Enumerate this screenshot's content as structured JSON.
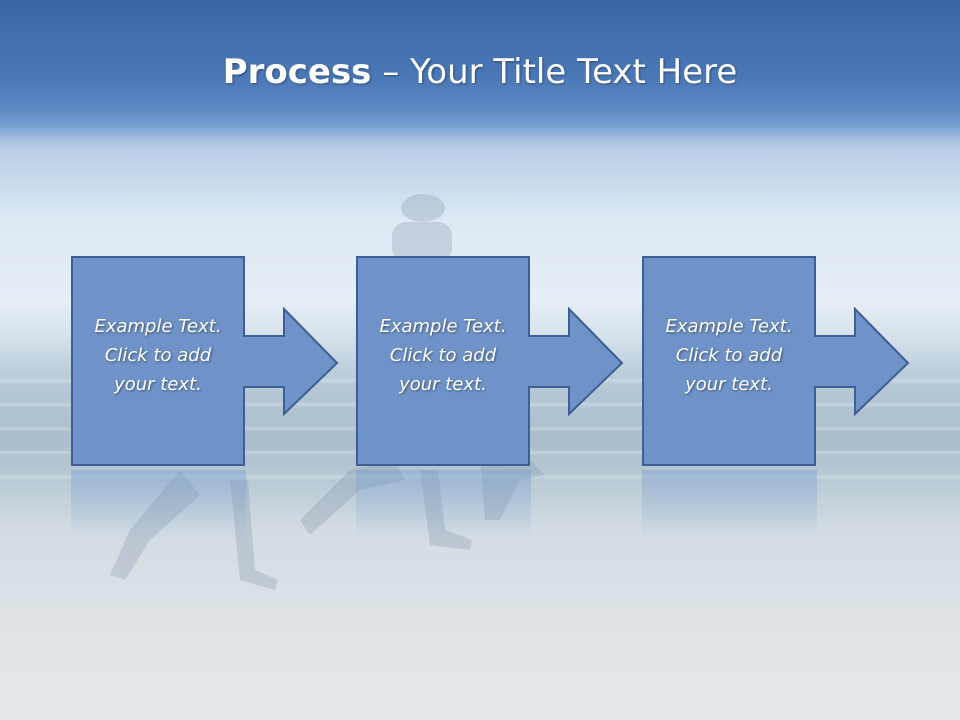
{
  "slide": {
    "title_bold": "Process",
    "title_rest": " – Your Title Text Here"
  },
  "steps": [
    {
      "line1": "Example Text.",
      "line2": "Click  to add",
      "line3": "your text."
    },
    {
      "line1": "Example Text.",
      "line2": "Click  to add",
      "line3": "your text."
    },
    {
      "line1": "Example Text.",
      "line2": "Click  to add",
      "line3": "your text."
    }
  ],
  "colors": {
    "box_fill": "#6f93c8",
    "box_stroke": "#3d5f93",
    "header": "#4a78b7",
    "text": "#ffffff"
  },
  "background": {
    "description_icon": "beach-photo-background"
  }
}
